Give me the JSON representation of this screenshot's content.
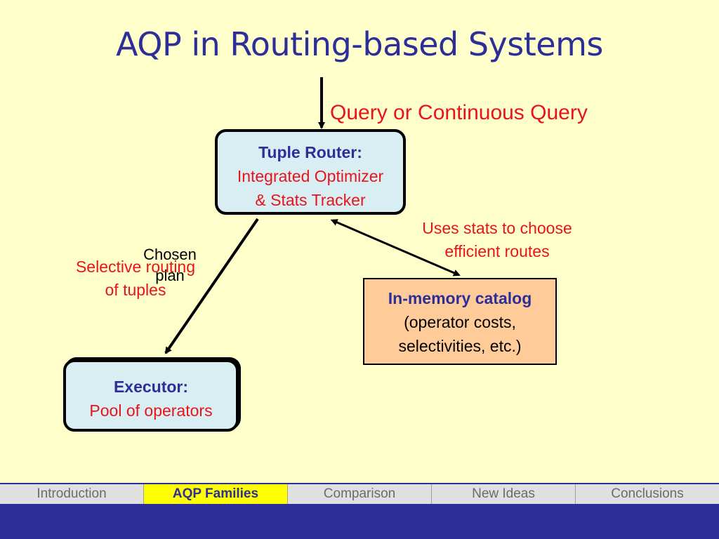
{
  "slide": {
    "title": "AQP in Routing-based Systems"
  },
  "diagram": {
    "query_label": "Query or Continuous Query",
    "router": {
      "head": "Tuple Router:",
      "line1": "Integrated Optimizer",
      "line2": "& Stats Tracker"
    },
    "stats_label": {
      "line1": "Uses stats to choose",
      "line2": "efficient routes"
    },
    "catalog": {
      "head": "In-memory catalog",
      "line1": "(operator costs,",
      "line2": "selectivities, etc.)"
    },
    "chosen_plan": {
      "line1": "Chosen",
      "line2": "plan"
    },
    "selective_routing": {
      "line1": "Selective routing",
      "line2": "of tuples"
    },
    "executor": {
      "head": "Executor:",
      "line1": "Pool of operators"
    }
  },
  "nav": {
    "tabs": [
      {
        "label": "Introduction",
        "active": false
      },
      {
        "label": "AQP Families",
        "active": true
      },
      {
        "label": "Comparison",
        "active": false
      },
      {
        "label": "New Ideas",
        "active": false
      },
      {
        "label": "Conclusions",
        "active": false
      }
    ]
  },
  "colors": {
    "background": "#ffffcc",
    "title": "#2e2e99",
    "accent_red": "#e8141c",
    "footer": "#2e2e99",
    "active_tab": "#ffff00"
  }
}
